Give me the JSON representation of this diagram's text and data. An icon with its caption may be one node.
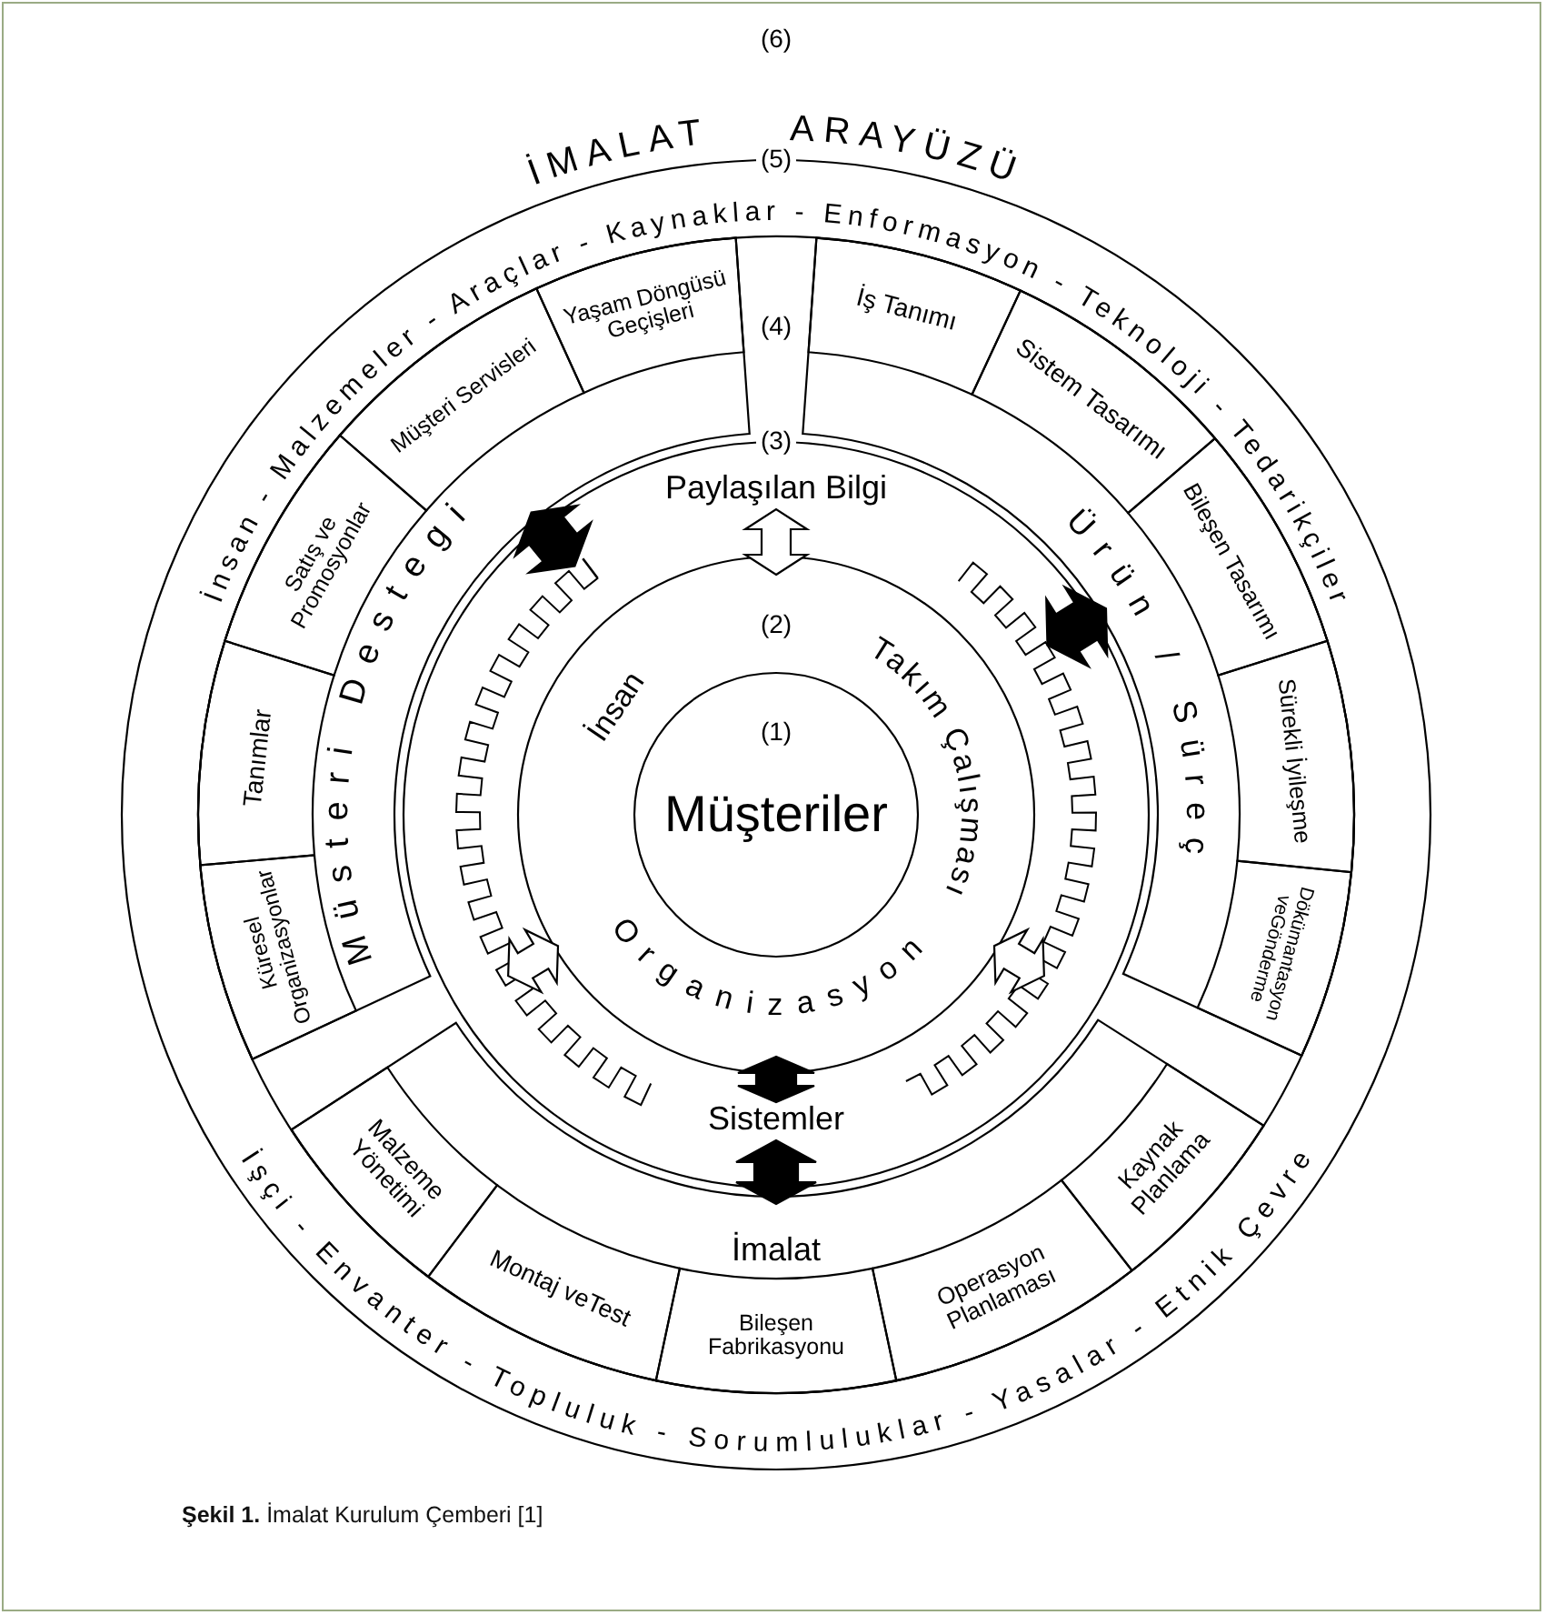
{
  "diagram": {
    "caption": "**Şekil 1.** İmalat Kurulum Çemberi [1]",
    "nodes": [
      {
        "text": [
          "(5)"
        ]
      },
      {
        "text": [
          "Müsteri Destegi"
        ],
        "in": 0
      },
      {
        "text": [
          "Yaşam Döngüsü Geçişleri"
        ],
        "in": 1
      },
      {
        "text": [
          "Müşteri Servisleri"
        ],
        "in": 1
      },
      {
        "text": [
          "Satış ve Promosyonlar"
        ],
        "in": 1
      },
      {
        "text": [
          "Tanımlar"
        ],
        "in": 1
      },
      {
        "text": [
          "Küresel Organizasyonlar"
        ],
        "in": 1
      },
      {
        "text": [
          "Ürün / Süreç"
        ],
        "in": 0
      },
      {
        "text": [
          "İş Tanımı"
        ],
        "in": 7
      },
      {
        "text": [
          "Sistem Tasarımı"
        ],
        "in": 7
      },
      {
        "text": [
          "Bileşen Tasarımı"
        ],
        "in": 7
      },
      {
        "text": [
          "Sürekli İyileşme"
        ],
        "in": 7
      },
      {
        "text": [
          "Dökümantasyon veGönderme"
        ],
        "in": 7
      },
      {
        "text": [
          "(3)"
        ],
        "in": 0
      },
      {
        "text": [
          "Paylaşılan Bilgi"
        ],
        "in": 13
      },
      {
        "text": [
          "Sistemler"
        ],
        "in": 13
      },
      {
        "text": [
          "(2)",
          "İnsan",
          "Takım Çalışması",
          "Organizasyon"
        ],
        "in": 13
      },
      {
        "text": [
          "(1)",
          "Müşteriler"
        ],
        "in": 16
      },
      {
        "text": [
          "İmalat"
        ],
        "in": 0
      },
      {
        "text": [
          "Malzeme Yönetimi"
        ],
        "in": 18
      },
      {
        "text": [
          "Montaj veTest"
        ],
        "in": 18
      },
      {
        "text": [
          "Bileşen Fabrikasyonu"
        ],
        "in": 18
      },
      {
        "text": [
          "Operasyon Planlaması"
        ],
        "in": 18
      },
      {
        "text": [
          "Kaynak Planlama"
        ],
        "in": 18
      }
    ],
    "edges": [
      {
        "from": 16,
        "to": 14,
        "arrow": "both",
        "color": "#ffffff"
      },
      {
        "from": null,
        "to": 1,
        "arrow": "both"
      },
      {
        "from": null,
        "to": 7,
        "arrow": "both"
      },
      {
        "from": 16,
        "to": null,
        "arrow": "both",
        "color": "#ffffff"
      },
      {
        "from": 16,
        "to": null,
        "arrow": "both",
        "color": "#ffffff"
      },
      {
        "from": 16,
        "to": 15,
        "arrow": "both"
      },
      {
        "from": 15,
        "to": 18,
        "arrow": "both"
      }
    ],
    "labels": [
      "(6)",
      "İMALAT ARAYÜZÜ",
      "İnsan - Malzemeler - Araçlar - Kaynaklar - Enformasyon - Teknoloji - Tedarikçiler",
      "(4)",
      "İşçi - Envanter - Topluluk - Sorumluluklar - Yasalar - Etnik Çevre"
    ]
  }
}
